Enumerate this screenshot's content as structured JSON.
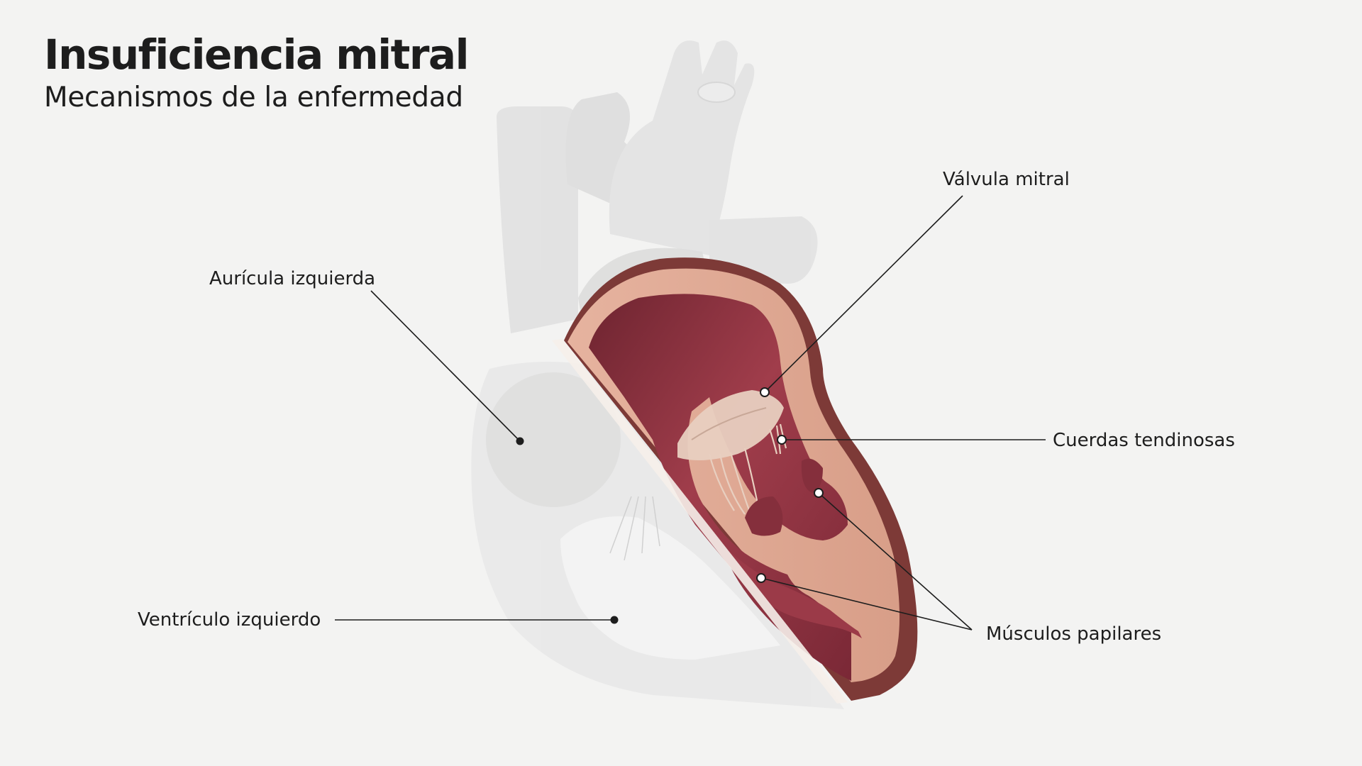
{
  "title": "Insuficiencia mitral",
  "subtitle": "Mecanismos de la enfermedad",
  "labels": {
    "left_atrium": "Aurícula izquierda",
    "left_ventricle": "Ventrículo izquierdo",
    "mitral_valve": "Válvula mitral",
    "chordae": "Cuerdas tendinosas",
    "papillary": "Músculos papilares"
  },
  "colors": {
    "background": "#f3f3f2",
    "heart_ghost": "#e2e2e2",
    "myocardium": "#e3ab95",
    "myocardium_edge": "#7d3a37",
    "cavity": "#8c2d3b",
    "valve": "#e8cfc0"
  }
}
